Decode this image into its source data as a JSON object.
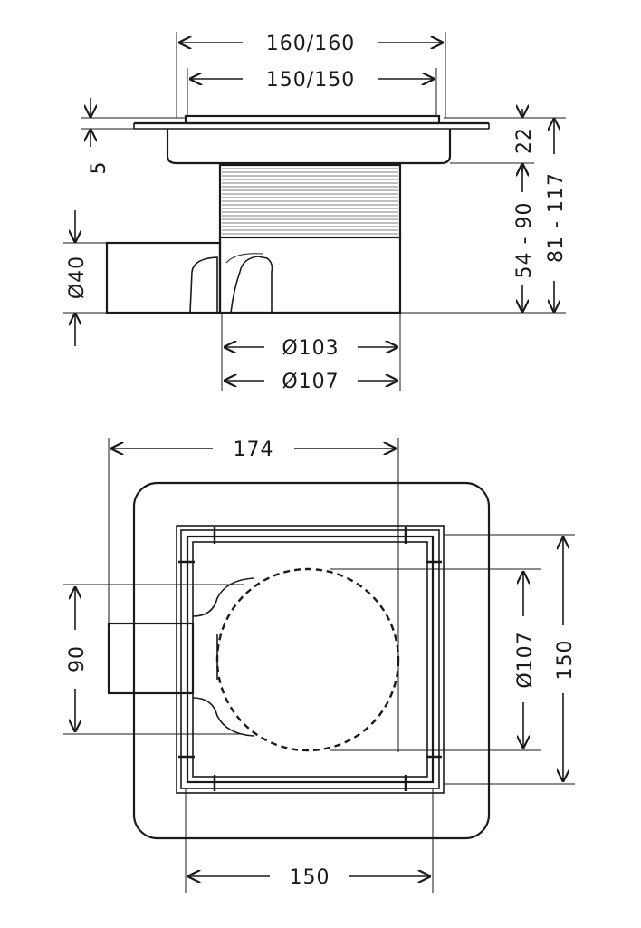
{
  "side_view": {
    "dim_top_outer": "160/160",
    "dim_top_inner": "150/150",
    "dim_flange": "5",
    "dim_frame_height": "22",
    "dim_body_range": "54 - 90",
    "dim_total_range": "81 - 117",
    "dim_outlet": "Ø40",
    "dim_pipe_inner": "Ø103",
    "dim_pipe_outer": "Ø107"
  },
  "plan_view": {
    "dim_width_total": "174",
    "dim_outlet_pos": "90",
    "dim_body_diameter": "Ø107",
    "dim_frame_height": "150",
    "dim_frame_width": "150"
  }
}
